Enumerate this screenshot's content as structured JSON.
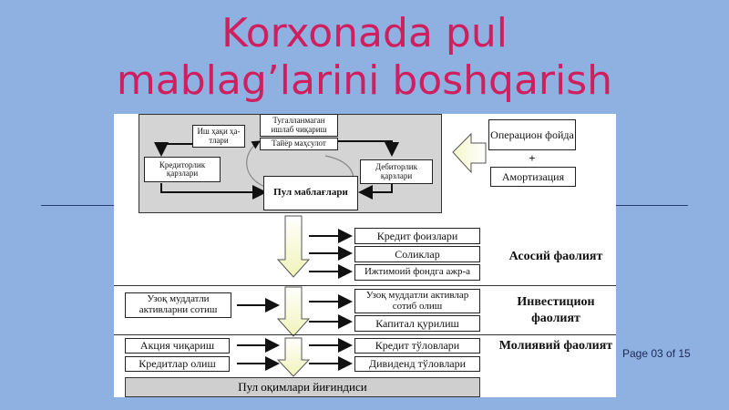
{
  "title_line1": "Korxonada pul",
  "title_line2": "mablag’larini boshqarish",
  "page_label": "Page 03 of 15",
  "diagram": {
    "top_center": {
      "unfinished": "Тугалланмаган ишлаб чиқариш",
      "finished": "Тайёр маҳсулот",
      "wages": "Иш ҳақи ҳа-тлари",
      "creditor": "Кредиторлик қарзлари",
      "debtor": "Дебиторлик қарзлари",
      "cash": "Пул маблағлари"
    },
    "right_top": {
      "op_profit": "Операцион фойда",
      "plus": "+",
      "amortization": "Амортизация"
    },
    "outflows_main": [
      "Кредит фоизлари",
      "Соликлар",
      "Ижтимоий фондга ажр-а"
    ],
    "main_label": "Асосий фаолият",
    "inv_in": "Узоқ муддатли активларни сотиш",
    "outflows_inv": [
      "Узоқ муддатли активлар сотиб олиш",
      "Капитал қурилиш"
    ],
    "inv_label": "Инвестицион фаолият",
    "fin_in": [
      "Акция чиқариш",
      "Кредитлар олиш"
    ],
    "outflows_fin": [
      "Кредит тўловлари",
      "Дивиденд тўловлари"
    ],
    "fin_label": "Молиявий фаолият",
    "bottom": "Пул оқимлари йиғиндиси"
  }
}
